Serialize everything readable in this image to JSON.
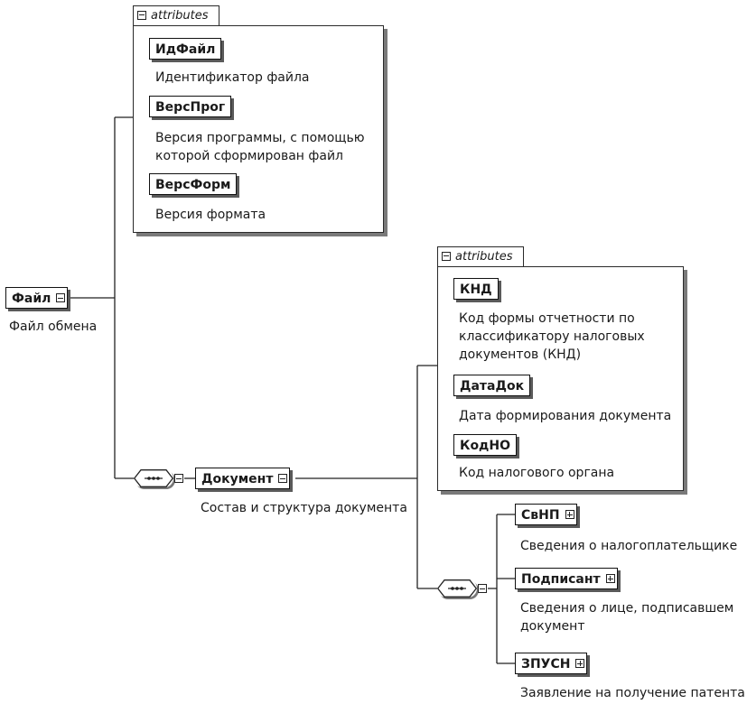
{
  "root": {
    "name": "Файл",
    "description": "Файл обмена"
  },
  "root_attributes": {
    "tab_label": "attributes",
    "items": [
      {
        "name": "ИдФайл",
        "description": "Идентификатор файла"
      },
      {
        "name": "ВерсПрог",
        "description": "Версия программы, с помощью\nкоторой сформирован файл"
      },
      {
        "name": "ВерсФорм",
        "description": "Версия формата"
      }
    ]
  },
  "document": {
    "name": "Документ",
    "description": "Состав и структура документа"
  },
  "document_attributes": {
    "tab_label": "attributes",
    "items": [
      {
        "name": "КНД",
        "description": "Код формы отчетности по\nклассификатору налоговых\nдокументов (КНД)"
      },
      {
        "name": "ДатаДок",
        "description": "Дата формирования документа"
      },
      {
        "name": "КодНО",
        "description": "Код налогового органа"
      }
    ]
  },
  "children": [
    {
      "name": "СвНП",
      "description": "Сведения о налогоплательщике"
    },
    {
      "name": "Подписант",
      "description": "Сведения о лице, подписавшем\nдокумент"
    },
    {
      "name": "ЗПУСН",
      "description": "Заявление на получение патента"
    }
  ]
}
